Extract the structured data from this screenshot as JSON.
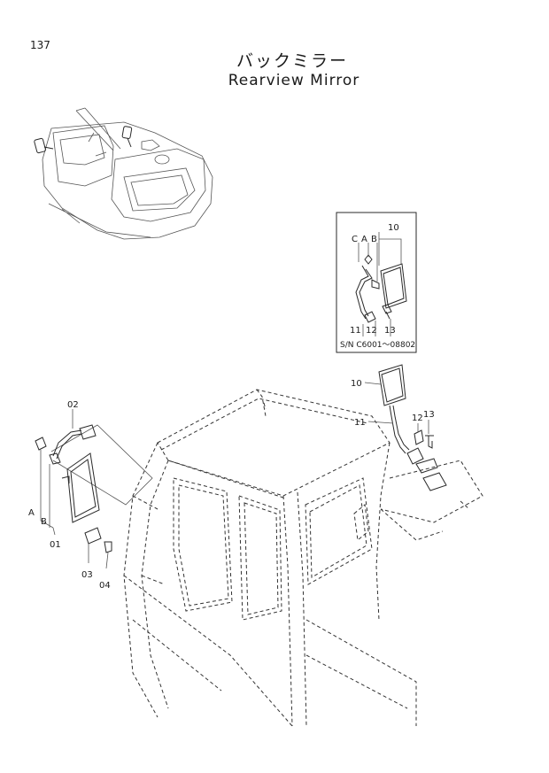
{
  "page": {
    "number": "137"
  },
  "title": {
    "japanese": "バックミラー",
    "english": "Rearview Mirror"
  },
  "inset": {
    "serial_range": "S/N C6001～08802"
  },
  "callouts": {
    "inset_10": "10",
    "inset_c": "C",
    "inset_a": "A",
    "inset_b": "B",
    "inset_11": "11",
    "inset_12": "12",
    "inset_13": "13",
    "main_10": "10",
    "main_11": "11",
    "main_12": "12",
    "main_13": "13",
    "left_02": "02",
    "left_a": "A",
    "left_b": "B",
    "left_01": "01",
    "left_03": "03",
    "left_04": "04"
  }
}
